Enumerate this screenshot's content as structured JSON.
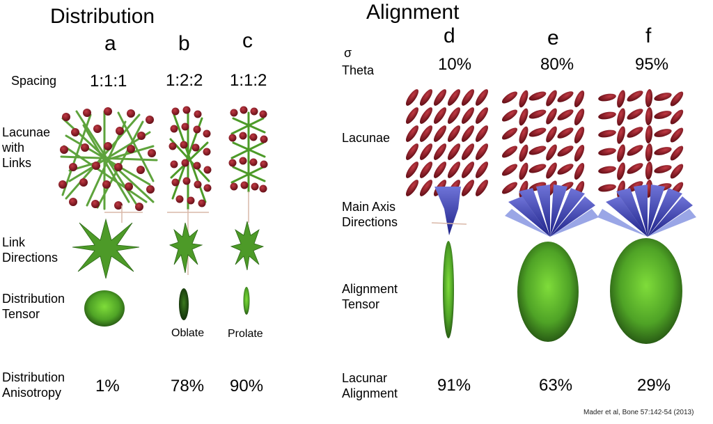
{
  "sections": {
    "distribution_title": "Distribution",
    "alignment_title": "Alignment"
  },
  "columns": [
    {
      "letter": "a"
    },
    {
      "letter": "b"
    },
    {
      "letter": "c"
    },
    {
      "letter": "d"
    },
    {
      "letter": "e"
    },
    {
      "letter": "f"
    }
  ],
  "distribution_rows": {
    "spacing": "Spacing",
    "lacunae_links": "Lacunae with Links",
    "link_directions": "Link Directions",
    "distribution_tensor": "Distribution Tensor",
    "distribution_anisotropy": "Distribution Anisotropy"
  },
  "spacing_values": [
    "1:1:1",
    "1:2:2",
    "1:1:2"
  ],
  "tensor_notes": {
    "b": "Oblate",
    "c": "Prolate"
  },
  "anisotropy_values": [
    "1%",
    "78%",
    "90%"
  ],
  "alignment_rows": {
    "sigma_symbol": "σ",
    "theta": "Theta",
    "lacunae": "Lacunae",
    "main_axis": "Main Axis Directions",
    "alignment_tensor": "Alignment Tensor",
    "lacunar_alignment": "Lacunar Alignment"
  },
  "sigma_values": [
    "10%",
    "80%",
    "95%"
  ],
  "alignment_values": [
    "91%",
    "63%",
    "29%"
  ],
  "citation": "Mader et al, Bone 57:142-54 (2013)",
  "colors": {
    "lacuna_red": "#8e1a24",
    "link_green": "#4d9a28",
    "tensor_green": "#5cb82e",
    "direction_blue": "#3a3fae"
  }
}
